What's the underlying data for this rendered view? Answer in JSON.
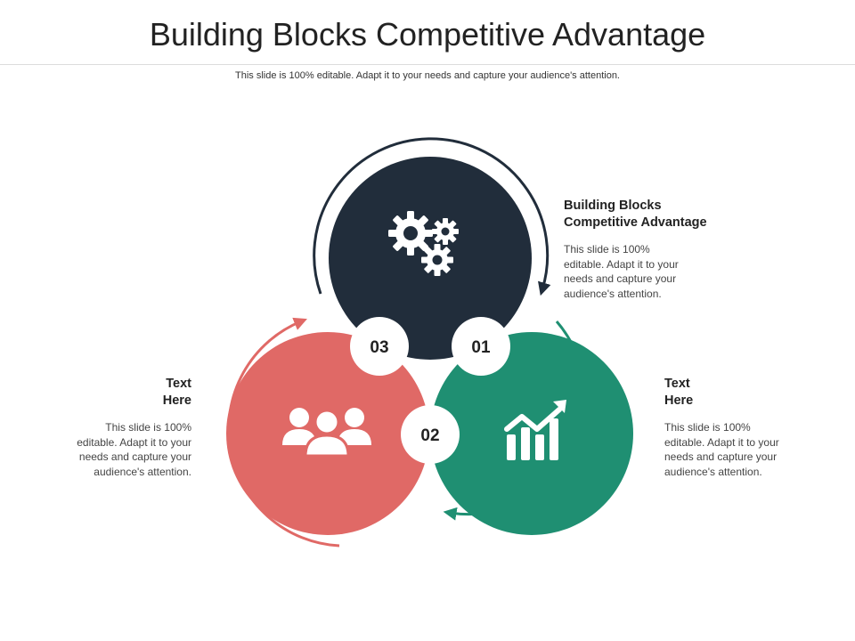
{
  "title": "Building Blocks Competitive Advantage",
  "subtitle": "This slide is 100% editable. Adapt it to your needs and capture your audience's attention.",
  "colors": {
    "dark": "#212d3b",
    "red": "#e06966",
    "green": "#1f8f72"
  },
  "nodes": [
    {
      "number": "01",
      "icon": "gears-icon",
      "color": "dark"
    },
    {
      "number": "02",
      "icon": "growth-chart-icon",
      "color": "green"
    },
    {
      "number": "03",
      "icon": "team-icon",
      "color": "red"
    }
  ],
  "blocks": {
    "top_right": {
      "heading": "Building Blocks\nCompetitive Advantage",
      "body": "This slide is 100%\neditable. Adapt it to your\nneeds and capture your\naudience's attention."
    },
    "left": {
      "heading": "Text\nHere",
      "body": "This slide is 100%\neditable. Adapt it to your\nneeds and capture your\naudience's attention."
    },
    "right": {
      "heading": "Text\nHere",
      "body": "This slide is 100%\neditable. Adapt it to your\nneeds and capture your\naudience's attention."
    }
  }
}
